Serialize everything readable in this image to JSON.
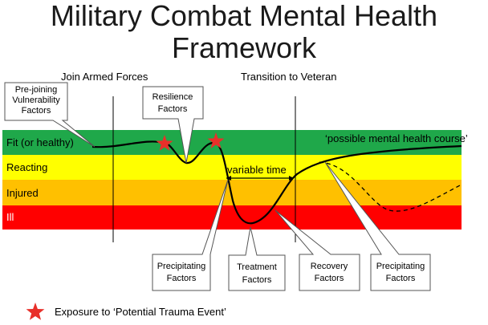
{
  "title": {
    "line1": "Military Combat Mental Health",
    "line2": "Framework"
  },
  "milestones": {
    "join": "Join Armed Forces",
    "transition": "Transition to Veteran"
  },
  "bands": [
    {
      "label": "Fit (or healthy)",
      "color": "#1fa84a"
    },
    {
      "label": "Reacting",
      "color": "#ffff00"
    },
    {
      "label": "Injured",
      "color": "#ffc000"
    },
    {
      "label": "Ill",
      "color": "#ff0000"
    }
  ],
  "course_label": "‘possible mental health course’",
  "variable_time": "variable time",
  "callouts": {
    "pre_joining": [
      "Pre-joining",
      "Vulnerability",
      "Factors"
    ],
    "resilience": [
      "Resilience",
      "Factors"
    ],
    "precipitating_1": [
      "Precipitating",
      "Factors"
    ],
    "treatment": [
      "Treatment",
      "Factors"
    ],
    "recovery": [
      "Recovery",
      "Factors"
    ],
    "precipitating_2": [
      "Precipitating",
      "Factors"
    ]
  },
  "legend": {
    "icon": "red-star-icon",
    "label": "Exposure to ‘Potential Trauma Event’",
    "star_color": "#e8302a"
  }
}
